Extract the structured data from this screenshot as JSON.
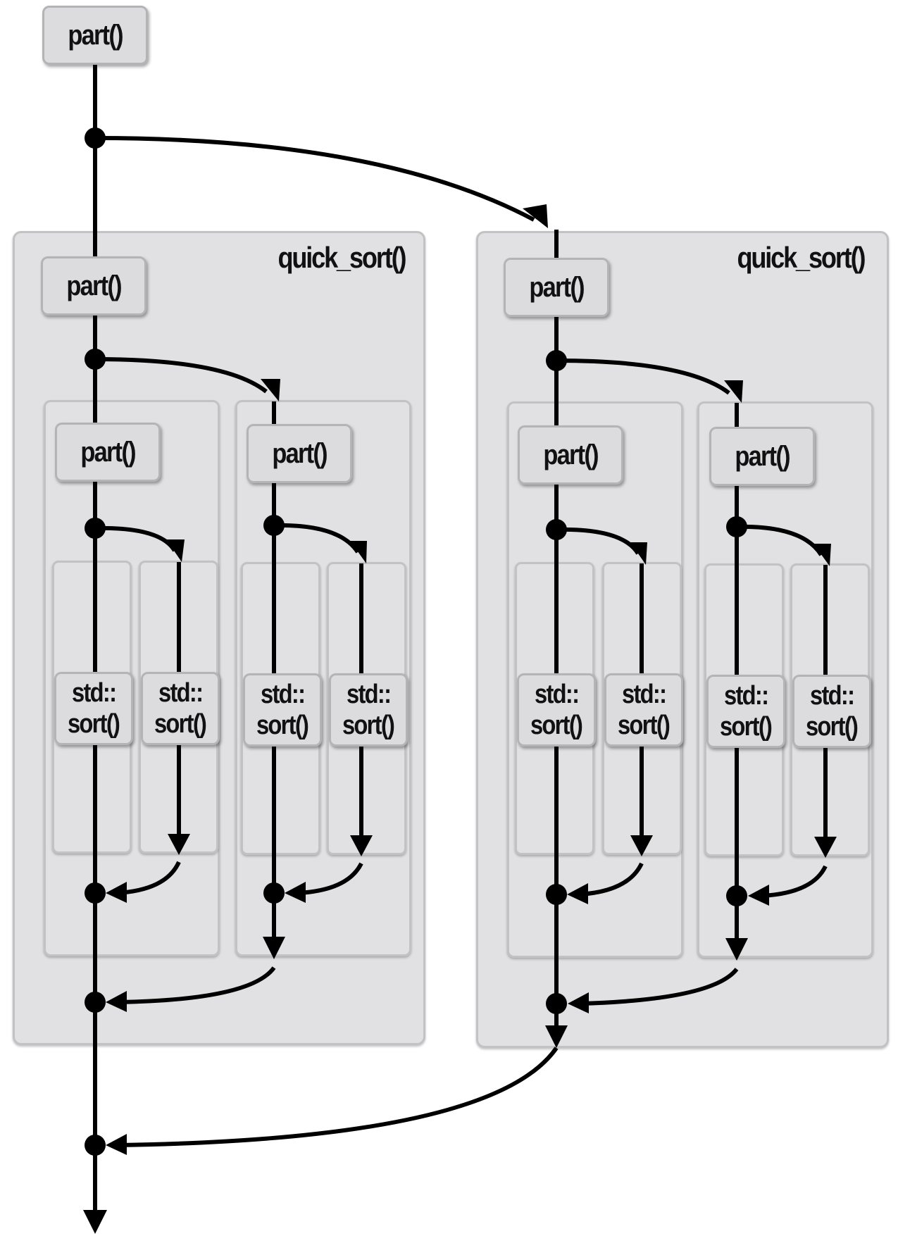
{
  "labels": {
    "part": "part()",
    "quick_sort": "quick_sort()",
    "std_line1": "std::",
    "std_line2": "sort()"
  }
}
